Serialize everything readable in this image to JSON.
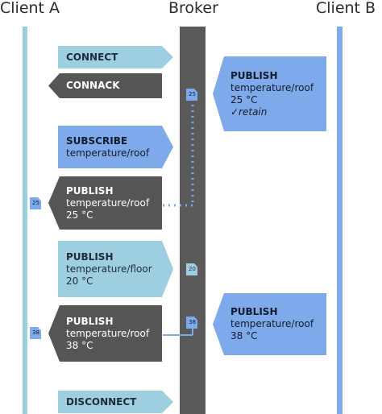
{
  "headers": {
    "client_a": "Client A",
    "broker": "Broker",
    "client_b": "Client B"
  },
  "colors": {
    "light_blue": "#9ecfe0",
    "dark_gray": "#555555",
    "blue": "#7ea9ea",
    "broker_bar": "#5a5a5a"
  },
  "messages": {
    "connect": {
      "type": "CONNECT"
    },
    "connack": {
      "type": "CONNACK"
    },
    "subscribe": {
      "type": "SUBSCRIBE",
      "topic": "temperature/roof"
    },
    "publish_in_roof_25": {
      "type": "PUBLISH",
      "topic": "temperature/roof",
      "value": "25 °C"
    },
    "publish_floor": {
      "type": "PUBLISH",
      "topic": "temperature/floor",
      "value": "20 °C"
    },
    "publish_out_roof_38": {
      "type": "PUBLISH",
      "topic": "temperature/roof",
      "value": "38 °C"
    },
    "disconnect": {
      "type": "DISCONNECT"
    },
    "publish_b_retain": {
      "type": "PUBLISH",
      "topic": "temperature/roof",
      "value": "25 °C",
      "flag": "✓retain"
    },
    "publish_b_38": {
      "type": "PUBLISH",
      "topic": "temperature/roof",
      "value": "38 °C"
    }
  },
  "tags": {
    "broker_25": "25",
    "client_25": "25",
    "broker_20": "20",
    "broker_38": "38",
    "client_38": "38"
  }
}
